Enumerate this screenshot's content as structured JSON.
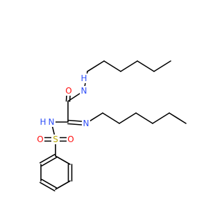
{
  "molecule": {
    "atoms": [
      {
        "id": "o_carbonyl",
        "symbol": "O",
        "color": "#ff0d0d"
      },
      {
        "id": "n_amide",
        "symbol": "N",
        "color": "#3050f8"
      },
      {
        "id": "h_amide",
        "symbol": "H",
        "color": "#3050f8"
      },
      {
        "id": "n_sulfonamide",
        "symbol": "N",
        "color": "#3050f8"
      },
      {
        "id": "h_sulfonamide",
        "symbol": "H",
        "color": "#3050f8"
      },
      {
        "id": "n_imine",
        "symbol": "N",
        "color": "#3050f8"
      },
      {
        "id": "s_sulfonyl",
        "symbol": "S",
        "color": "#b8a800"
      },
      {
        "id": "o_sulfonyl_left",
        "symbol": "O",
        "color": "#ff0d0d"
      },
      {
        "id": "o_sulfonyl_right",
        "symbol": "O",
        "color": "#ff0d0d"
      }
    ]
  }
}
